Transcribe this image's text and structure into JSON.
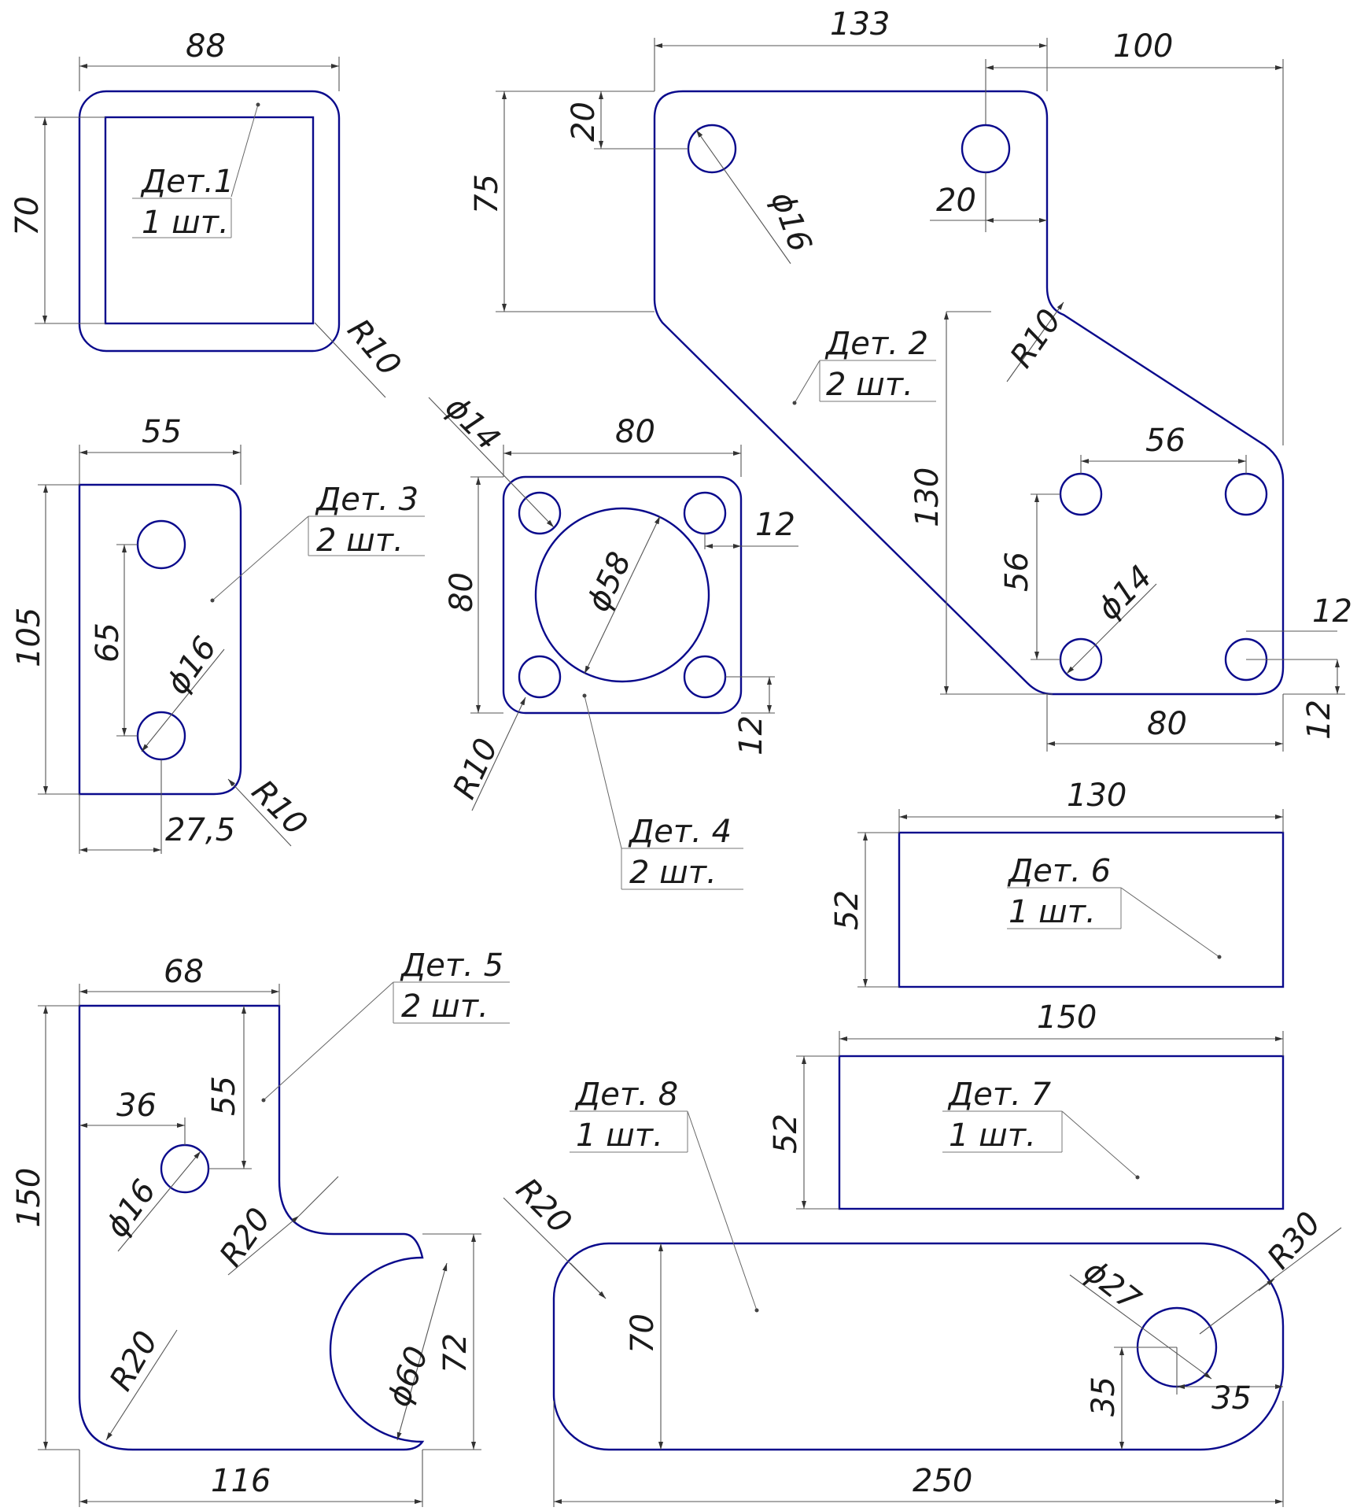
{
  "parts": [
    {
      "id": 1,
      "name": "Дет.1",
      "qty": "1 шт."
    },
    {
      "id": 2,
      "name": "Дет. 2",
      "qty": "2 шт."
    },
    {
      "id": 3,
      "name": "Дет. 3",
      "qty": "2 шт."
    },
    {
      "id": 4,
      "name": "Дет. 4",
      "qty": "2 шт."
    },
    {
      "id": 5,
      "name": "Дет. 5",
      "qty": "2 шт."
    },
    {
      "id": 6,
      "name": "Дет. 6",
      "qty": "1 шт."
    },
    {
      "id": 7,
      "name": "Дет. 7",
      "qty": "1 шт."
    },
    {
      "id": 8,
      "name": "Дет. 8",
      "qty": "1 шт."
    }
  ],
  "dims": {
    "p1_w": "88",
    "p1_h": "70",
    "p1_r": "R10",
    "p2_top": "133",
    "p2_top2": "100",
    "p2_h": "75",
    "p2_hole_y": "20",
    "p2_hole_x": "20",
    "p2_d16": "ϕ16",
    "p2_r": "R10",
    "p2_130": "130",
    "p2_56a": "56",
    "p2_56b": "56",
    "p2_d14": "ϕ14",
    "p2_12a": "12",
    "p2_12b": "12",
    "p2_80": "80",
    "p3_w": "55",
    "p3_h": "105",
    "p3_65": "65",
    "p3_d16": "ϕ16",
    "p3_275": "27,5",
    "p3_r": "R10",
    "p4_w": "80",
    "p4_h": "80",
    "p4_d14": "ϕ14",
    "p4_d58": "ϕ58",
    "p4_12a": "12",
    "p4_12b": "12",
    "p4_r": "R10",
    "p5_w": "68",
    "p5_h": "150",
    "p5_55": "55",
    "p5_36": "36",
    "p5_d16": "ϕ16",
    "p5_r20a": "R20",
    "p5_r20b": "R20",
    "p5_d60": "ϕ60",
    "p5_72": "72",
    "p5_116": "116",
    "p6_w": "130",
    "p6_h": "52",
    "p7_w": "150",
    "p7_h": "52",
    "p8_r20": "R20",
    "p8_70": "70",
    "p8_d27": "ϕ27",
    "p8_r30": "R30",
    "p8_35a": "35",
    "p8_35b": "35",
    "p8_250": "250"
  }
}
